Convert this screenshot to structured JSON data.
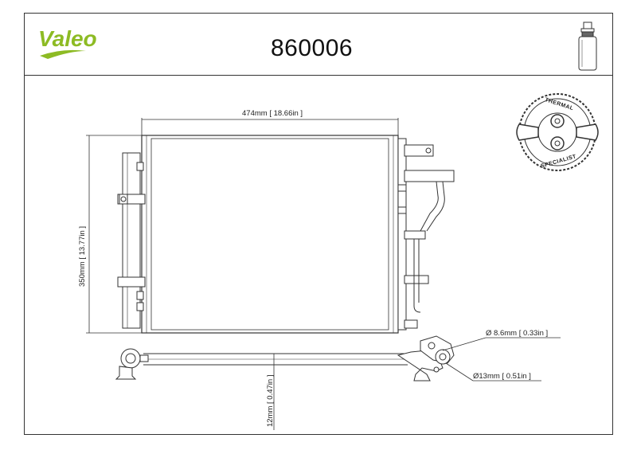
{
  "brand": {
    "name": "Valeo",
    "color": "#8dbb24"
  },
  "part_number": "860006",
  "icons": {
    "product": "dryer-bottle-icon",
    "badge": "thermal-specialist-badge"
  },
  "badge": {
    "top_text": "THERMAL",
    "bottom_text": "SPECIALIST"
  },
  "dimensions": {
    "width": "474mm [ 18.66in ]",
    "height": "350mm [ 13.77in ]",
    "depth": "12mm [ 0.47in ]",
    "port_small": "Ø 8.6mm [ 0.33in ]",
    "port_large": "Ø13mm [ 0.51in ]"
  }
}
